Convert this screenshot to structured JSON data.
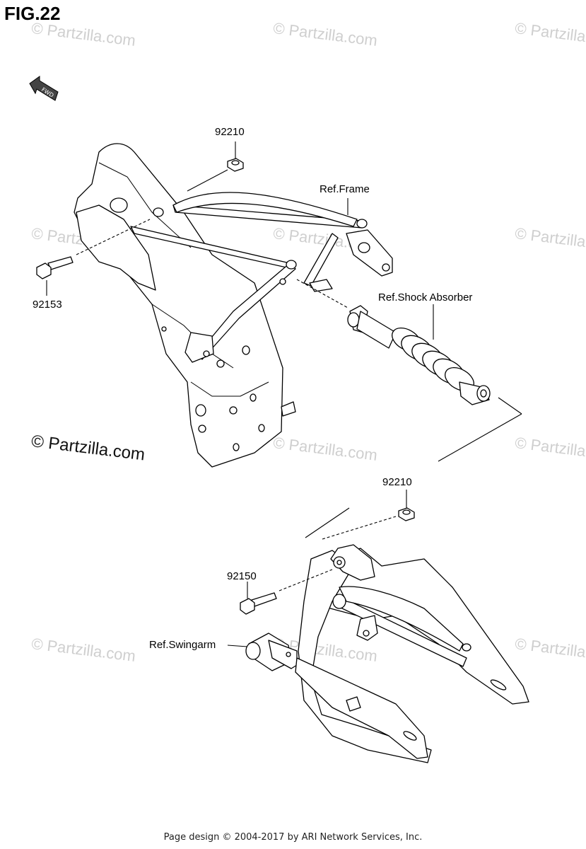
{
  "figure": {
    "title": "FIG.22",
    "fwd_label": "FWD"
  },
  "callouts": {
    "nut_top": "92210",
    "bolt_left": "92153",
    "frame_ref": "Ref.Frame",
    "shock_ref": "Ref.Shock Absorber",
    "nut_bottom": "92210",
    "bolt_bottom": "92150",
    "swingarm_ref": "Ref.Swingarm"
  },
  "watermarks": {
    "main": "© Partzilla.com",
    "faint": "© Partzilla.com"
  },
  "footer": {
    "text": "Page design © 2004-2017 by ARI Network Services, Inc."
  }
}
